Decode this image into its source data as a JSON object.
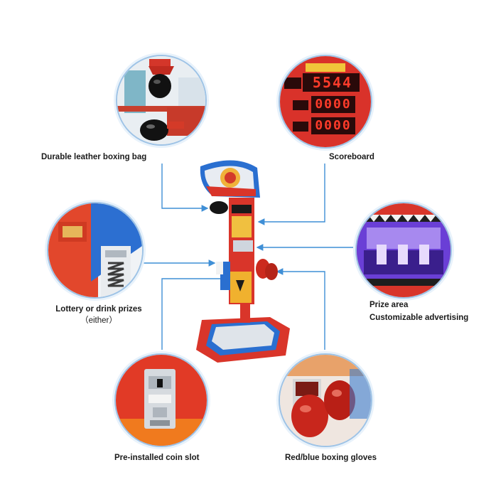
{
  "features": {
    "boxing_bag": {
      "label": "Durable leather boxing bag"
    },
    "scoreboard": {
      "label": "Scoreboard",
      "digits": [
        "5544",
        "0000",
        "0000"
      ]
    },
    "prizes": {
      "label": "Lottery or drink prizes",
      "sublabel": "（either）"
    },
    "prize_area": {
      "label": "Prize area",
      "label2": "Customizable advertising"
    },
    "coin_slot": {
      "label": "Pre-installed coin slot"
    },
    "gloves": {
      "label": "Red/blue boxing gloves"
    }
  },
  "colors": {
    "connector": "#3f8fd6",
    "circle_border": "#9ec3e6",
    "machine_red": "#e23a2a",
    "machine_blue": "#2a68c9"
  }
}
